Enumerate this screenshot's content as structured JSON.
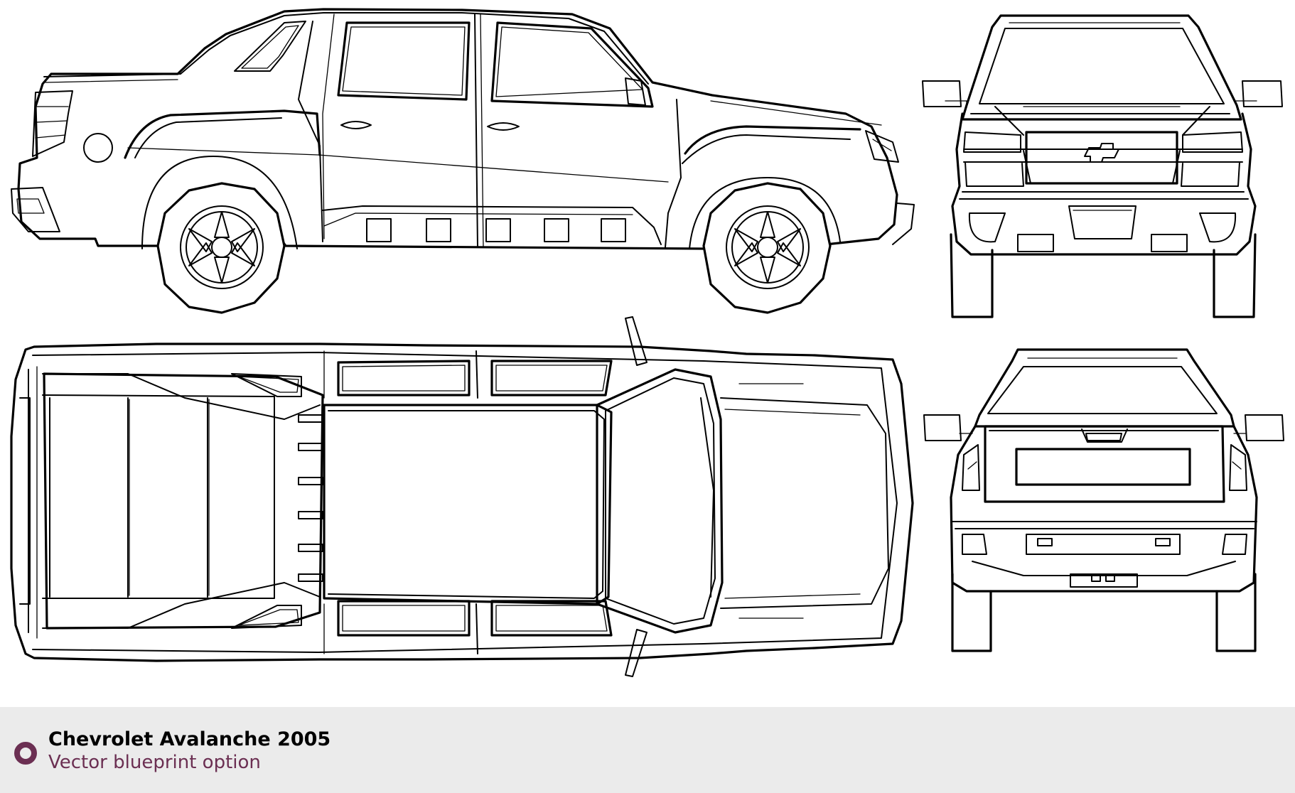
{
  "caption": {
    "title": "Chevrolet Avalanche 2005",
    "subtitle": "Vector blueprint option",
    "accent_color": "#6b2f52",
    "mark_icon": "ring-icon"
  },
  "views": [
    {
      "id": "side",
      "name": "side-view"
    },
    {
      "id": "front",
      "name": "front-view"
    },
    {
      "id": "top",
      "name": "top-view"
    },
    {
      "id": "rear",
      "name": "rear-view"
    }
  ]
}
